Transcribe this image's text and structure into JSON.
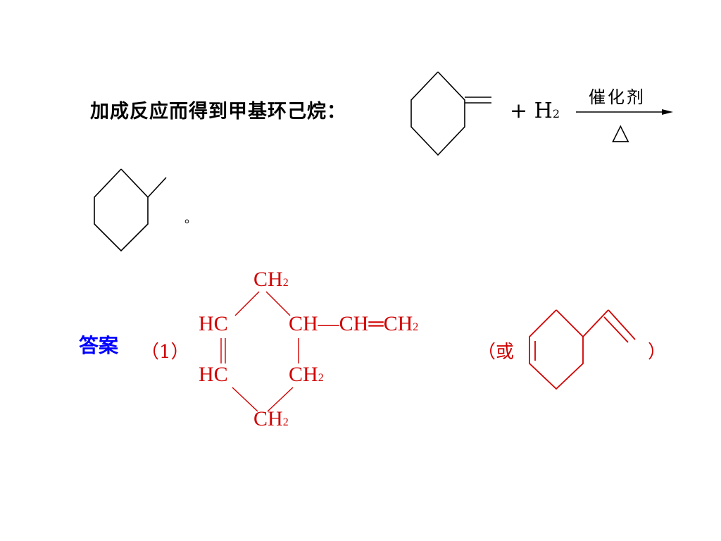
{
  "statement": {
    "intro": "加成反应而得到甲基环己烷：",
    "plus_h2": "+ H",
    "h2_subscript": "2",
    "catalyst": "催化剂",
    "condition": "△",
    "period": "。"
  },
  "answer": {
    "label": "答案",
    "number": "（1）",
    "or_open": "（或",
    "or_close": "）",
    "structure": {
      "top_ch2": "CH",
      "hc_upper": "HC",
      "ch_chain": "CH—CH═CH",
      "hc_lower": "HC",
      "ch2_right": "CH",
      "bottom_ch2": "CH",
      "sub2": "2"
    }
  },
  "colors": {
    "black": "#000000",
    "answer_label": "#0000ff",
    "answer_red": "#d00000"
  }
}
